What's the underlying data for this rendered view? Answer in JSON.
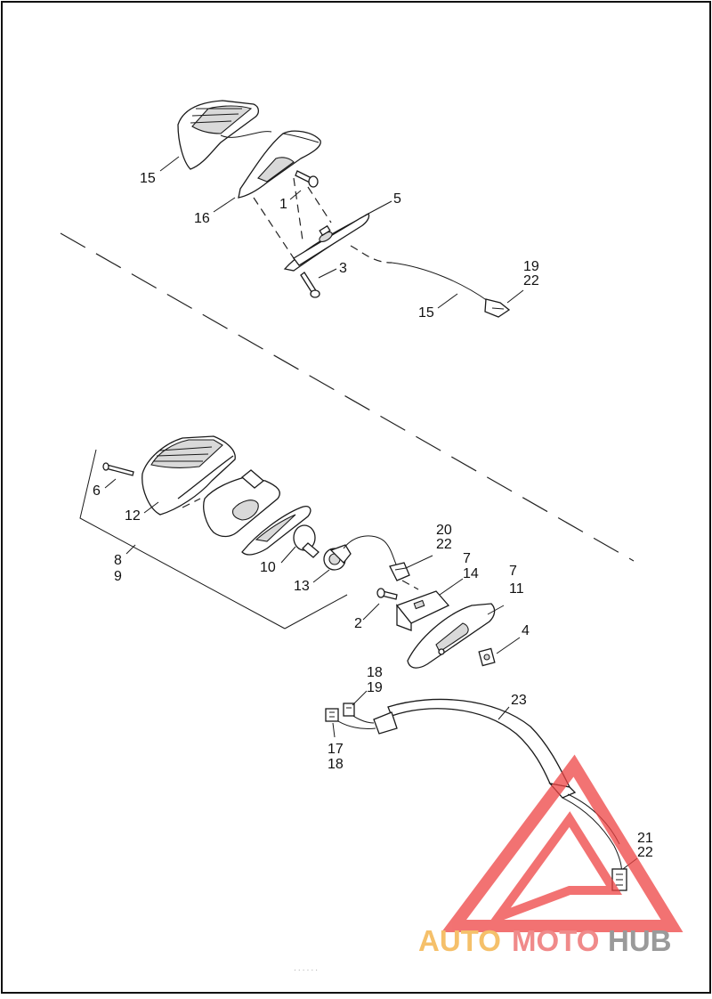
{
  "callouts": {
    "c15a": "15",
    "c16": "16",
    "c1": "1",
    "c5": "5",
    "c3": "3",
    "c19a": "19",
    "c22a": "22",
    "c15b": "15",
    "c6": "6",
    "c12": "12",
    "c8": "8",
    "c9": "9",
    "c10": "10",
    "c13": "13",
    "c20": "20",
    "c22b": "22",
    "c7a": "7",
    "c14": "14",
    "c7b": "7",
    "c11": "11",
    "c2": "2",
    "c4": "4",
    "c18a": "18",
    "c19b": "19",
    "c23": "23",
    "c17": "17",
    "c18b": "18",
    "c21": "21",
    "c22c": "22"
  },
  "watermark": {
    "part1": "AUTO",
    "part2": "MOTO",
    "part3": "HUB",
    "color_auto": "#f5c06a",
    "color_moto": "#f08a8a",
    "color_hub": "#9a9a9a",
    "logo_color": "#ee4444"
  },
  "footer_text": "·  ·  ·  ·  ·  ·"
}
